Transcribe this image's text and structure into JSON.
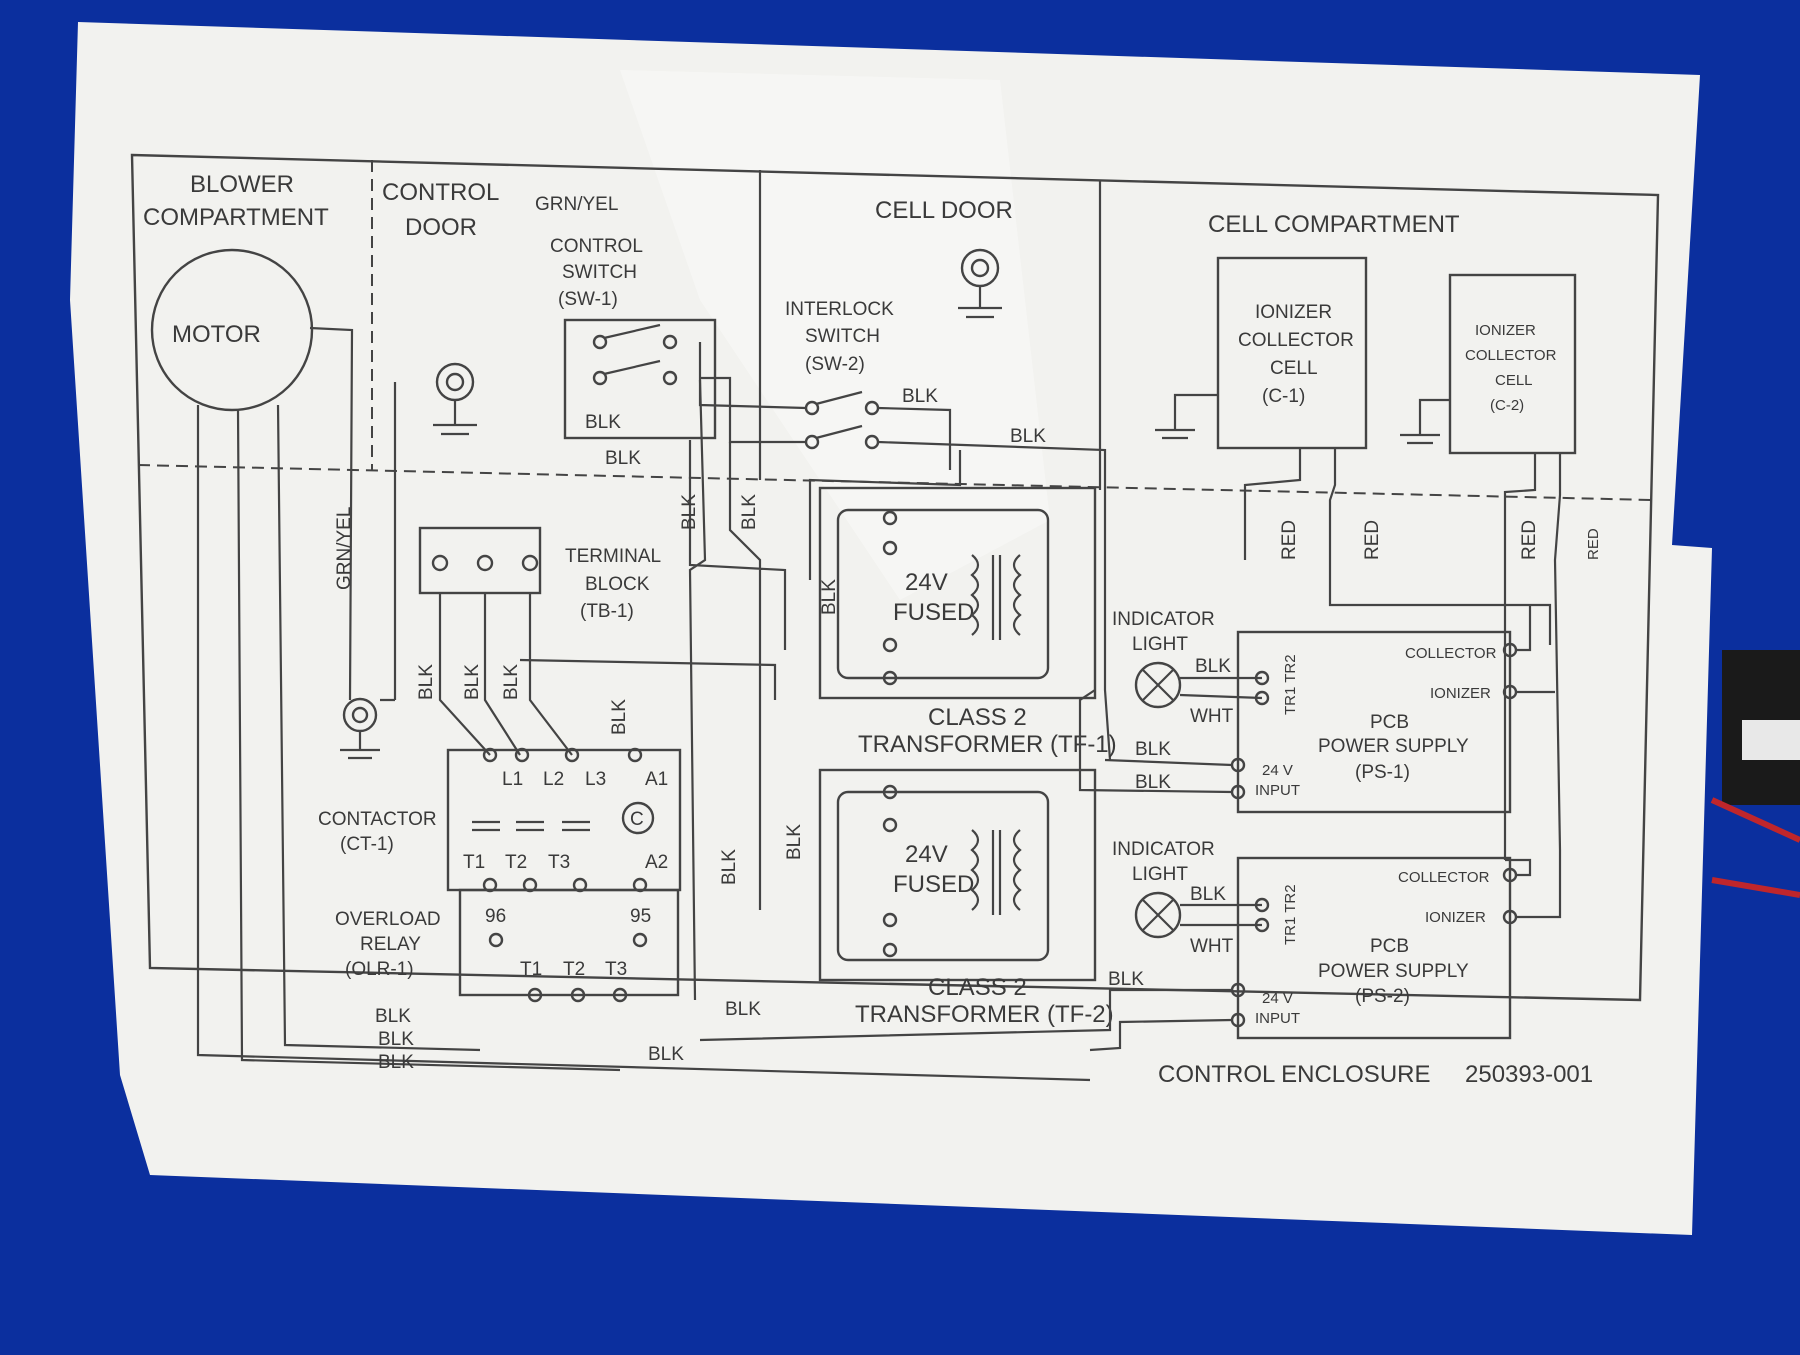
{
  "colors": {
    "background": "#0b2f9e",
    "paper": "#f2f2ef",
    "ink": "#3a3a3a"
  },
  "sections": {
    "blower": [
      "BLOWER",
      "COMPARTMENT"
    ],
    "control_door": [
      "CONTROL",
      "DOOR"
    ],
    "cell_door": "CELL DOOR",
    "cell_compartment": "CELL COMPARTMENT",
    "control_enclosure": "CONTROL ENCLOSURE"
  },
  "part_number": "250393-001",
  "components": {
    "motor": "MOTOR",
    "control_switch": [
      "CONTROL",
      "SWITCH",
      "(SW-1)"
    ],
    "interlock_switch": [
      "INTERLOCK",
      "SWITCH",
      "(SW-2)"
    ],
    "terminal_block": [
      "TERMINAL",
      "BLOCK",
      "(TB-1)"
    ],
    "contactor": [
      "CONTACTOR",
      "(CT-1)"
    ],
    "overload_relay": [
      "OVERLOAD",
      "RELAY",
      "(OLR-1)"
    ],
    "transformer_1": [
      "CLASS 2",
      "TRANSFORMER (TF-1)"
    ],
    "transformer_2": [
      "CLASS 2",
      "TRANSFORMER (TF-2)"
    ],
    "fused": [
      "24V",
      "FUSED"
    ],
    "cell_1": [
      "IONIZER",
      "COLLECTOR",
      "CELL",
      "(C-1)"
    ],
    "cell_2": [
      "IONIZER",
      "COLLECTOR",
      "CELL",
      "(C-2)"
    ],
    "indicator_light": [
      "INDICATOR",
      "LIGHT"
    ],
    "ps_1": [
      "PCB",
      "POWER SUPPLY",
      "(PS-1)"
    ],
    "ps_2": [
      "PCB",
      "POWER SUPPLY",
      "(PS-2)"
    ],
    "ps_terms": {
      "collector": "COLLECTOR",
      "ionizer": "IONIZER",
      "input": [
        "24 V",
        "INPUT"
      ],
      "tr": "TR1 TR2"
    }
  },
  "contactor_terms": {
    "line": [
      "L1",
      "L2",
      "L3",
      "A1"
    ],
    "load": [
      "T1",
      "T2",
      "T3",
      "A2"
    ],
    "coil": "C"
  },
  "relay_terms": {
    "aux": [
      "96",
      "95"
    ],
    "load": [
      "T1",
      "T2",
      "T3"
    ]
  },
  "wires": {
    "blk": "BLK",
    "grn_yel": "GRN/YEL",
    "red": "RED",
    "wht": "WHT"
  }
}
